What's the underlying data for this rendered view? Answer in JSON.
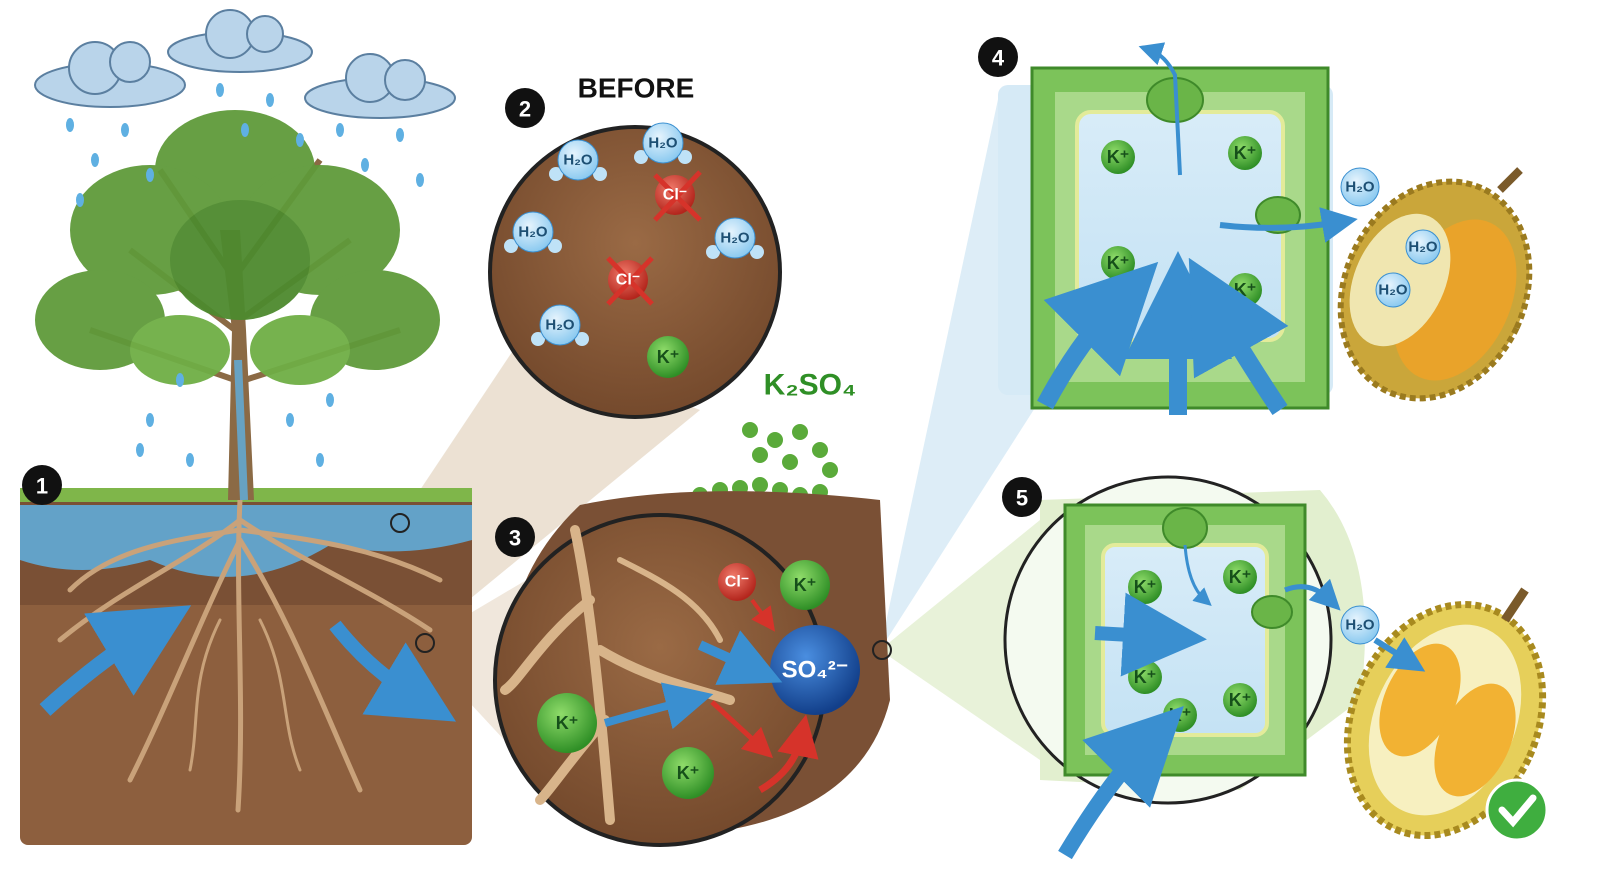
{
  "steps": {
    "one": "1",
    "two": "2",
    "three": "3",
    "four": "4",
    "five": "5"
  },
  "before_label": "BEFORE",
  "fertilizer_label": "K₂SO₄",
  "ions": {
    "water": "H₂O",
    "potassium": "K⁺",
    "chloride": "Cl⁻",
    "sulfate": "SO₄²⁻"
  },
  "colors": {
    "soil": "#8a5a3a",
    "water": "#4aa3dc",
    "leaf": "#5f9a3a",
    "potassium": "#4caf3a",
    "chloride": "#d13a30",
    "sulfate": "#1f5fb8",
    "cell_wall": "#7cc35a",
    "durian_flesh": "#f2b233",
    "check": "#3fae3f"
  },
  "success_icon": "check-circle-icon"
}
